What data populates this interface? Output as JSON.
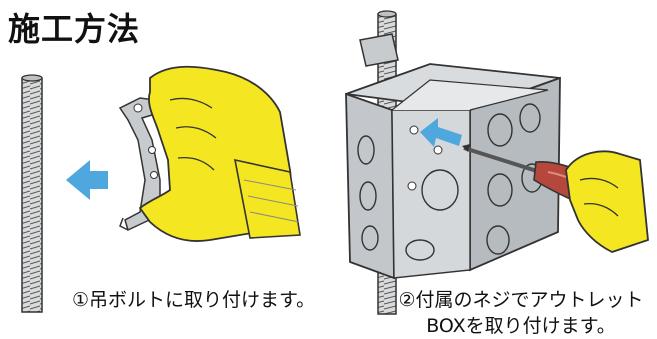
{
  "title": "施工方法",
  "steps": [
    {
      "text": "①吊ボルトに取り付けます。"
    },
    {
      "line1": "②付属のネジでアウトレット",
      "line2": "BOXを取り付けます。"
    }
  ],
  "colors": {
    "glove": "#f5e622",
    "arrow": "#4ea8de",
    "box": "#c9cdd1",
    "handle": "#b5473c"
  },
  "icons": [
    "threaded-rod-icon",
    "bracket-icon",
    "glove-hand-icon",
    "outlet-box-icon",
    "screwdriver-icon",
    "direction-arrow-icon"
  ]
}
